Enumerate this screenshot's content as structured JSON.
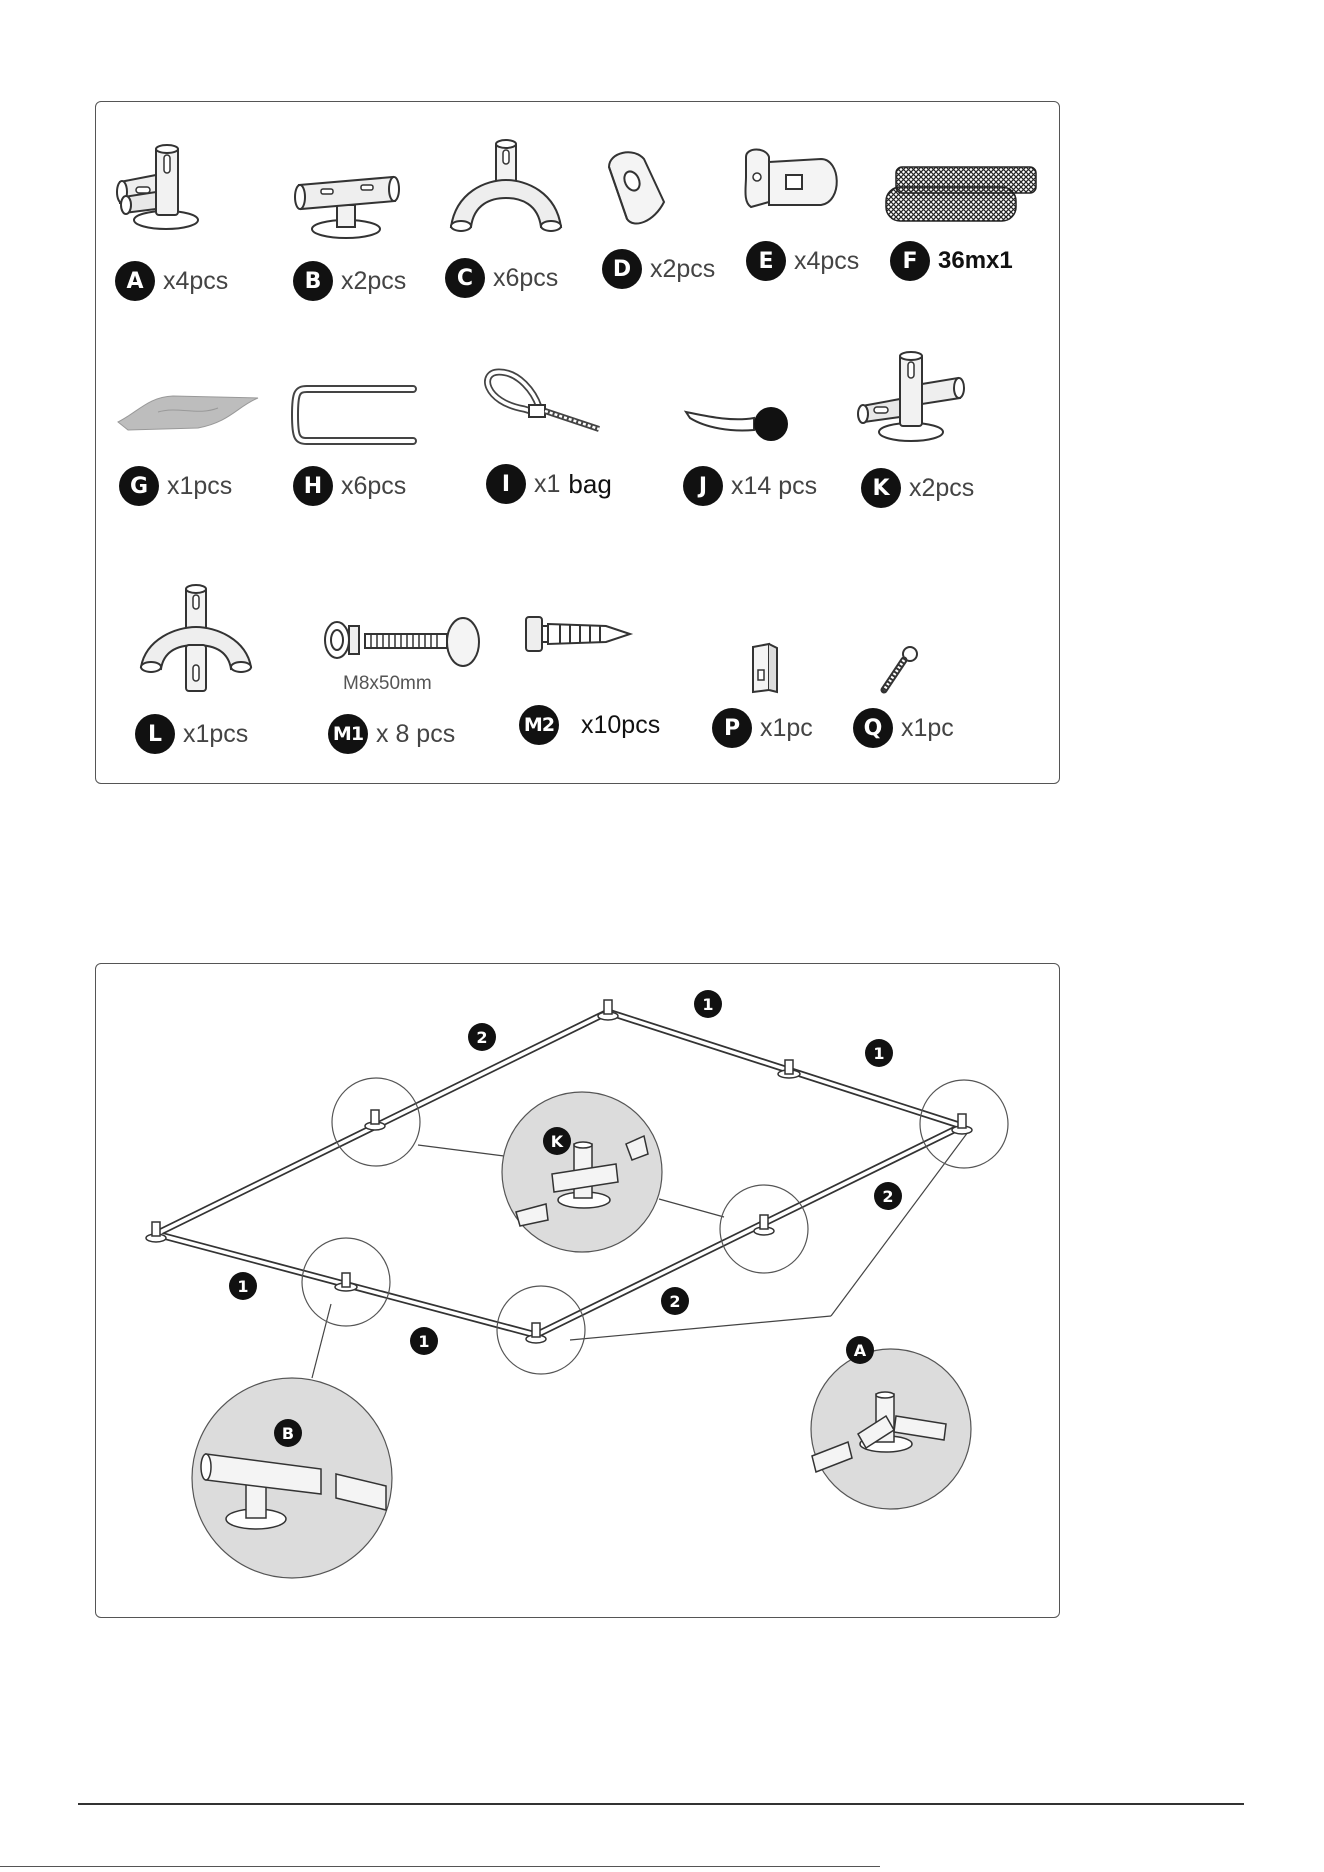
{
  "parts": [
    {
      "id": "A",
      "qty": "x4pcs",
      "icon": "tee-base-connector-icon"
    },
    {
      "id": "B",
      "qty": "x2pcs",
      "icon": "straight-base-connector-icon"
    },
    {
      "id": "C",
      "qty": "x6pcs",
      "icon": "elbow-connector-icon"
    },
    {
      "id": "D",
      "qty": "x2pcs",
      "icon": "clip-icon"
    },
    {
      "id": "E",
      "qty": "x4pcs",
      "icon": "clamp-icon"
    },
    {
      "id": "F",
      "qty": "36mx1",
      "icon": "netting-roll-icon"
    },
    {
      "id": "G",
      "qty": "x1pcs",
      "icon": "cover-sheet-icon"
    },
    {
      "id": "H",
      "qty": "x6pcs",
      "icon": "u-stake-icon"
    },
    {
      "id": "I",
      "qty_prefix": "x1",
      "qty_suffix": "bag",
      "icon": "cable-tie-icon"
    },
    {
      "id": "J",
      "qty": "x14 pcs",
      "icon": "ball-bungee-icon"
    },
    {
      "id": "K",
      "qty": "x2pcs",
      "icon": "cross-base-connector-icon"
    },
    {
      "id": "L",
      "qty": "x1pcs",
      "icon": "four-way-connector-icon"
    },
    {
      "id": "M1",
      "qty": "x 8 pcs",
      "spec": "M8x50mm",
      "icon": "bolt-washer-icon"
    },
    {
      "id": "M2",
      "qty": "x10pcs",
      "icon": "screw-icon"
    },
    {
      "id": "P",
      "qty": "x1pc",
      "icon": "bracket-icon"
    },
    {
      "id": "Q",
      "qty": "x1pc",
      "icon": "small-screw-icon"
    }
  ],
  "assembly": {
    "step_labels": [
      "1",
      "2",
      "1",
      "2",
      "1",
      "1",
      "2"
    ],
    "callouts": [
      "K",
      "A",
      "B"
    ]
  }
}
